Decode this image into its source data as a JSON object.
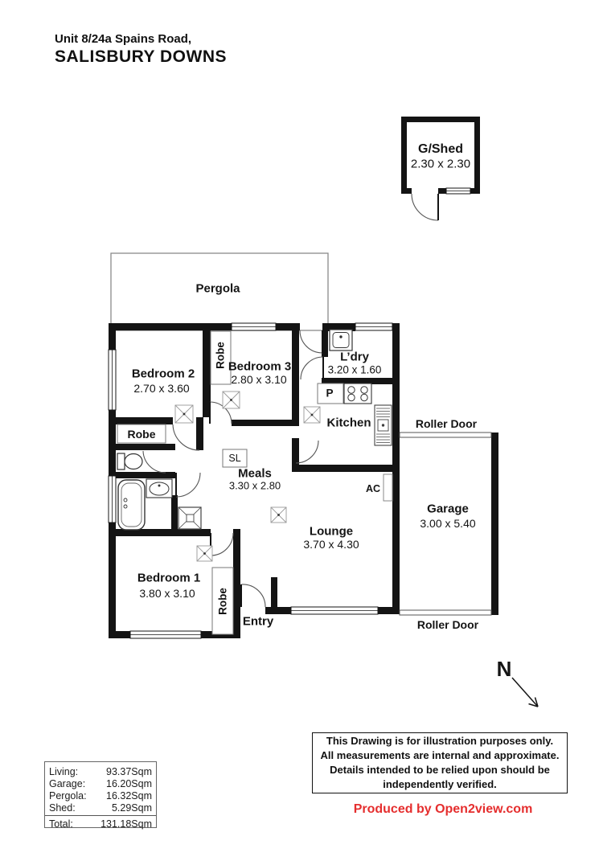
{
  "title": {
    "line1": "Unit 8/24a Spains Road,",
    "line2": "SALISBURY DOWNS"
  },
  "rooms": {
    "gshed": {
      "name": "G/Shed",
      "dims": "2.30 x 2.30"
    },
    "pergola": {
      "name": "Pergola"
    },
    "bedroom2": {
      "name": "Bedroom 2",
      "dims": "2.70 x 3.60"
    },
    "bedroom3": {
      "name": "Bedroom 3",
      "dims": "2.80 x 3.10"
    },
    "laundry": {
      "name": "L’dry",
      "dims": "3.20 x 1.60"
    },
    "kitchen": {
      "name": "Kitchen"
    },
    "meals": {
      "name": "Meals",
      "dims": "3.30 x 2.80"
    },
    "lounge": {
      "name": "Lounge",
      "dims": "3.70 x 4.30"
    },
    "garage": {
      "name": "Garage",
      "dims": "3.00 x 5.40"
    },
    "bedroom1": {
      "name": "Bedroom 1",
      "dims": "3.80 x 3.10"
    },
    "entry": {
      "name": "Entry"
    }
  },
  "labels": {
    "robe": "Robe",
    "roller_door": "Roller Door",
    "ac": "AC",
    "pantry": "P",
    "skylight": "SL",
    "north": "N"
  },
  "disclaimer": {
    "line1": "This Drawing is for illustration purposes only.",
    "line2": "All measurements are internal and approximate.",
    "line3": "Details intended to be relied upon should be",
    "line4": "independently verified."
  },
  "credit": "Produced by Open2view.com",
  "area_table": {
    "rows": [
      {
        "label": "Living:",
        "value": "93.37Sqm"
      },
      {
        "label": "Garage:",
        "value": "16.20Sqm"
      },
      {
        "label": "Pergola:",
        "value": "16.32Sqm"
      },
      {
        "label": "Shed:",
        "value": "5.29Sqm"
      }
    ],
    "total": {
      "label": "Total:",
      "value": "131.18Sqm"
    }
  },
  "colors": {
    "wall": "#141414",
    "credit_red": "#e52e2e",
    "thin_line": "#8a8a8a"
  }
}
